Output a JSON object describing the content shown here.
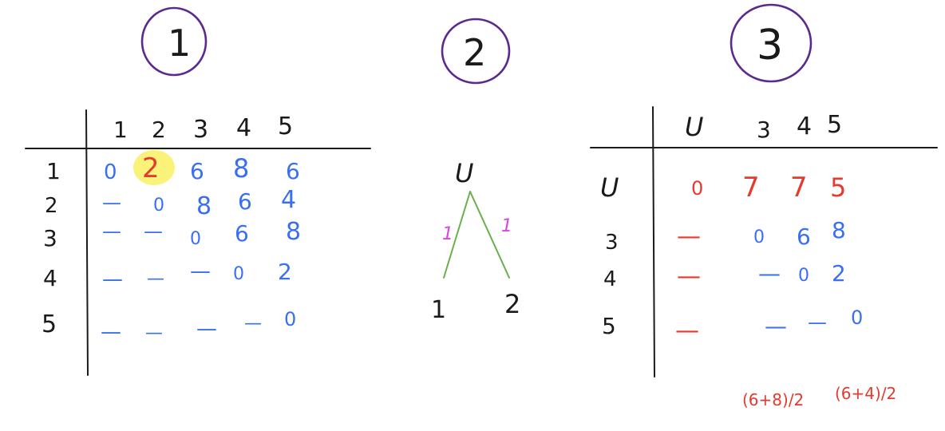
{
  "colors": {
    "ink": "#1a1a1a",
    "blue": "#3a6ff0",
    "red": "#e53a2e",
    "purple": "#5b2a8e",
    "green": "#6ab04c",
    "magenta": "#e040e8",
    "highlight": "#fbf27a"
  },
  "steps": [
    "1",
    "2",
    "3"
  ],
  "matrix1": {
    "col_headers": [
      "1",
      "2",
      "3",
      "4",
      "5"
    ],
    "row_headers": [
      "1",
      "2",
      "3",
      "4",
      "5"
    ],
    "rows": [
      [
        "0",
        "2",
        "6",
        "8",
        "6"
      ],
      [
        "—",
        "0",
        "8",
        "6",
        "4"
      ],
      [
        "—",
        "—",
        "0",
        "6",
        "8"
      ],
      [
        "—",
        "—",
        "—",
        "0",
        "2"
      ],
      [
        "—",
        "—",
        "—",
        "—",
        "0"
      ]
    ],
    "highlighted": "2"
  },
  "tree": {
    "root": "U",
    "left_leaf": "1",
    "right_leaf": "2",
    "left_branch": "1",
    "right_branch": "1"
  },
  "matrix3": {
    "col_headers": [
      "U",
      "3",
      "4",
      "5"
    ],
    "row_headers": [
      "U",
      "3",
      "4",
      "5"
    ],
    "rows": [
      [
        "0",
        "7",
        "7",
        "5"
      ],
      [
        "—",
        "0",
        "6",
        "8"
      ],
      [
        "—",
        "—",
        "0",
        "2"
      ],
      [
        "—",
        "—",
        "—",
        "0"
      ]
    ],
    "notes": [
      "(6+8)/2",
      "(6+4)/2"
    ]
  }
}
